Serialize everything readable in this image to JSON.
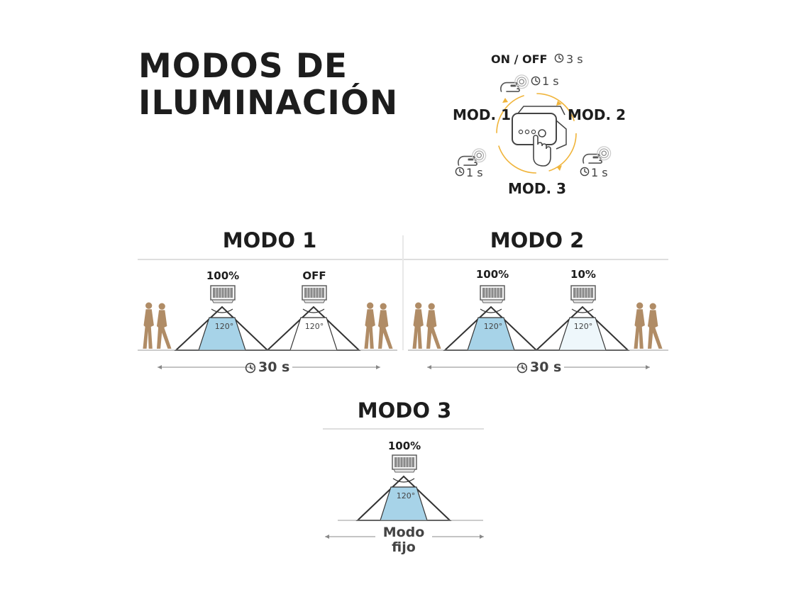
{
  "title": {
    "line1": "MODOS DE",
    "line2": "ILUMINACIÓN"
  },
  "control": {
    "onoff": "ON / OFF",
    "onoff_time": "3 s",
    "step_time": "1 s",
    "mod1": "MOD. 1",
    "mod2": "MOD. 2",
    "mod3": "MOD. 3"
  },
  "modes": [
    {
      "name": "MODO 1",
      "lamp_a": "100%",
      "lamp_b": "OFF",
      "angle": "120°",
      "duration": "30 s"
    },
    {
      "name": "MODO 2",
      "lamp_a": "100%",
      "lamp_b": "10%",
      "angle": "120°",
      "duration": "30 s"
    },
    {
      "name": "MODO 3",
      "lamp_a": "100%",
      "angle": "120°",
      "footer_line1": "Modo",
      "footer_line2": "fijo"
    }
  ],
  "colors": {
    "beam_on": "#a7d3e8",
    "beam_dim": "#eef7fb",
    "person": "#b08c66",
    "accent": "#f0b43a",
    "text": "#1d1d1d"
  },
  "icons": {
    "clock": "clock-icon",
    "hand": "hand-press-icon",
    "lamp": "solar-lamp-icon",
    "person": "walking-people-icon"
  }
}
